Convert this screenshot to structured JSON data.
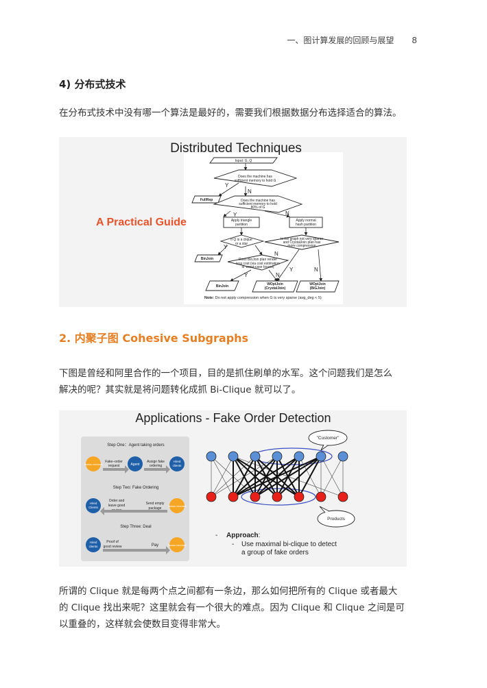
{
  "header": {
    "title": "一、图计算发展的回顾与展望",
    "page": "8"
  },
  "section4": {
    "heading": "4)  分布式技术",
    "paragraph": "在分布式技术中没有哪一个算法是最好的，需要我们根据数据分布选择适合的算法。"
  },
  "figure1": {
    "title": "Distributed Techniques",
    "guide": "A Practical Guide",
    "nodes": {
      "input": "Input: G, Q",
      "d1a": "Does the machine has",
      "d1b": "sufficient memory to hold G",
      "fullrep": "FullRep",
      "d2a": "Does the machine has",
      "d2b": "sufficient memory to hold",
      "d2c": "80% of G",
      "tri_a": "Apply triangle",
      "tri_b": "partition",
      "hash_a": "Apply normal",
      "hash_b": "hash partition",
      "d3a": "If Q is a clique",
      "d3b": "or a star",
      "d5a": "Is the graph not very sparse",
      "d5b": "and CrystalJoin plan has",
      "d5c": "more compression",
      "binjoin1": "BinJoin",
      "d4a": "Does BinJoin plan render",
      "d4b": "less cost (via cost estimation",
      "d4c": "or worst-case bound)",
      "binjoin2": "BinJoin",
      "wopt1a": "WOptJoin",
      "wopt1b": "(CrystalJoin)",
      "wopt2a": "WOptJoin",
      "wopt2b": "(BiGJoin)"
    },
    "labels": {
      "yes": "Y",
      "no": "N"
    },
    "note_bold": "Note:",
    "note_text": " Do not apply compression when G is very sparse (avg_deg < 5)"
  },
  "section2": {
    "heading": "2.  内聚子图 Cohesive Subgraphs",
    "para_line1": "下图是曾经和阿里合作的一个项目，目的是抓住刷单的水军。这个问题我们是怎么",
    "para_line2": "解决的呢？其实就是将问题转化成抓 Bi-Clique 就可以了。"
  },
  "figure2": {
    "title": "Applications - Fake Order Detection",
    "step1": "Step One：Agent taking orders",
    "step2": "Step Two: Fake Ordering",
    "step3": "Step Three: Deal",
    "yellow_label": "Taobao merchant",
    "agent": "Agent",
    "hired1a": "Hired",
    "hired1b": "clients",
    "hired2a": "Hired",
    "hired2b": "Clients",
    "hired3a": "Hired",
    "hired3b": "clients",
    "fake_a": "Fake–order",
    "fake_b": "request",
    "assign_a": "Assign fake",
    "assign_b": "ordering",
    "order_a": "Order and",
    "order_b": "leave good",
    "order_c": "review",
    "send_a": "Send empty",
    "send_b": "package",
    "proof_a": "Proof of",
    "proof_b": "good review",
    "pay": "Pay",
    "customer": "\"Customer\"",
    "products": "Products",
    "approach_dash": "-",
    "approach": "Approach",
    "approach_colon": ":",
    "bullet_dash": "-",
    "bullet_line1": "Use maximal bi-clique to detect",
    "bullet_line2": "a group of fake orders"
  },
  "closing": {
    "line1": "所谓的 Clique 就是每两个点之间都有一条边，那么如何把所有的 Clique 或者最大",
    "line2": "的 Clique 找出来呢？这里就会有一个很大的难点。因为 Clique 和 Clique 之间是可",
    "line3": "以重叠的，这样就会使数目变得非常大。"
  }
}
